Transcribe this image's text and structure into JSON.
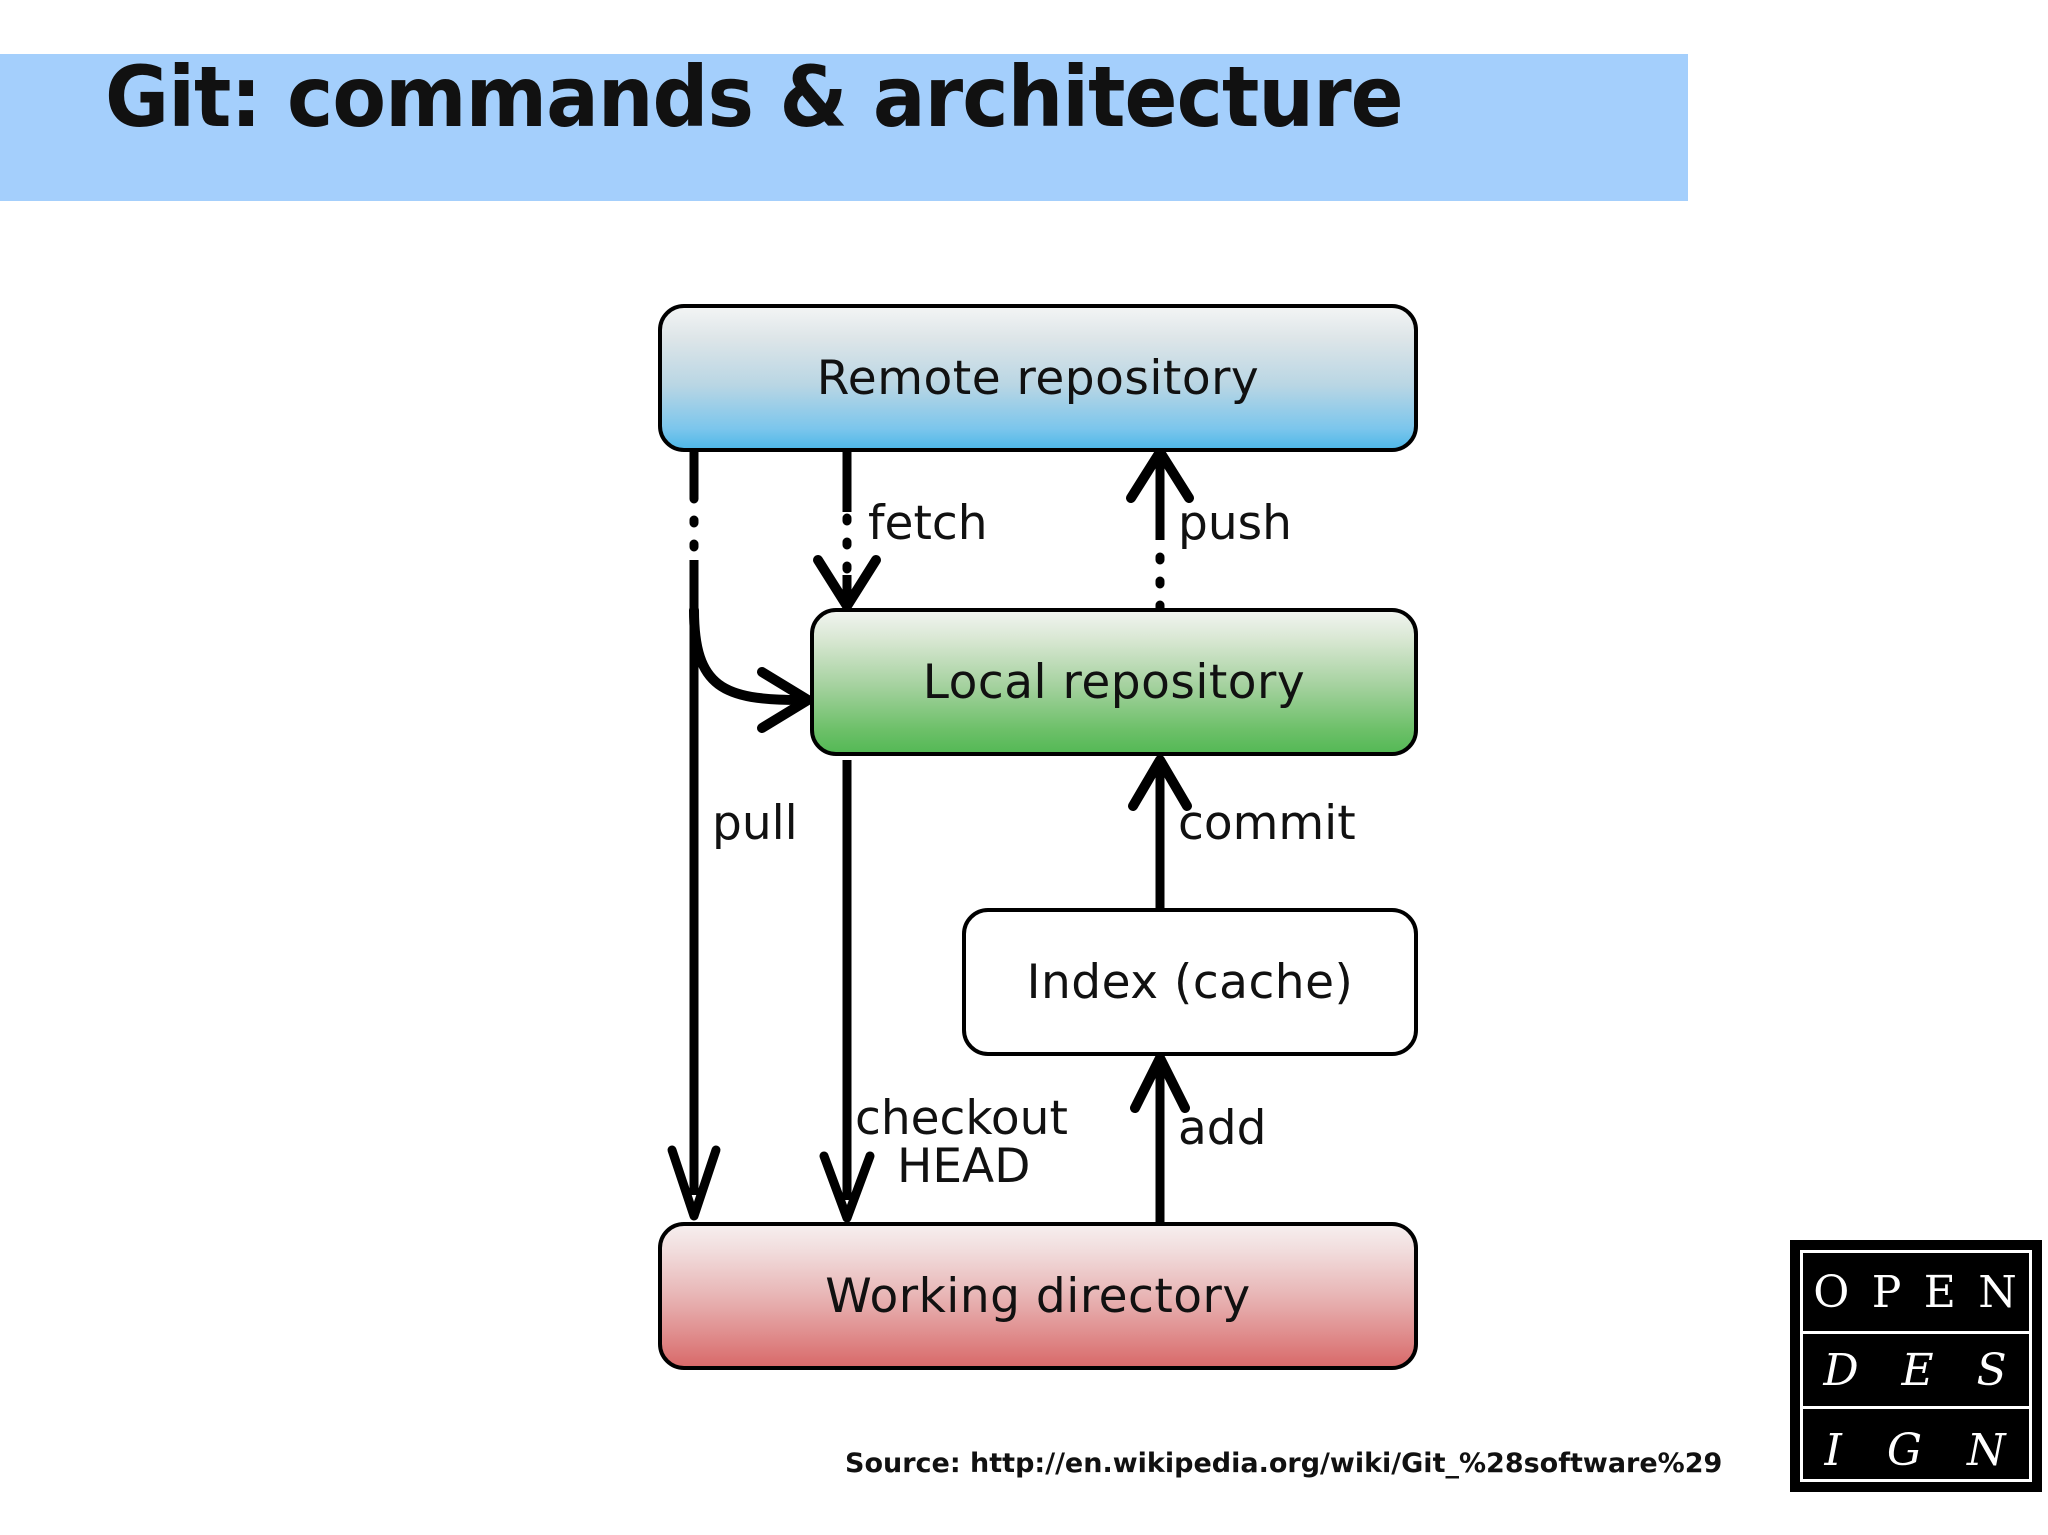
{
  "slide": {
    "title": "Git: commands & architecture",
    "banner_color": "#a4cffc",
    "background_color": "#ffffff",
    "source_caption": "Source: http://en.wikipedia.org/wiki/Git_%28software%29"
  },
  "diagram": {
    "type": "flow-diagram",
    "nodes": [
      {
        "id": "remote",
        "label": "Remote repository",
        "color": "#50b8e8"
      },
      {
        "id": "local",
        "label": "Local repository",
        "color": "#55b956"
      },
      {
        "id": "index",
        "label": "Index (cache)",
        "color": "#edc153"
      },
      {
        "id": "working",
        "label": "Working directory",
        "color": "#d96a6a"
      }
    ],
    "edges": [
      {
        "label": "fetch",
        "from": "remote",
        "to": "local",
        "style": "dotted"
      },
      {
        "label": "push",
        "from": "local",
        "to": "remote",
        "style": "dotted"
      },
      {
        "label": "pull",
        "from": "remote",
        "to": "working",
        "style": "solid-and-dotted-branch"
      },
      {
        "label": "commit",
        "from": "index",
        "to": "local",
        "style": "solid"
      },
      {
        "label": "checkout\nHEAD",
        "from": "local",
        "to": "working",
        "style": "solid"
      },
      {
        "label": "add",
        "from": "working",
        "to": "index",
        "style": "solid"
      }
    ],
    "edge_labels": {
      "fetch": "fetch",
      "push": "push",
      "pull": "pull",
      "commit": "commit",
      "checkout_line1": "checkout",
      "checkout_line2": "HEAD",
      "add": "add"
    }
  },
  "logo": {
    "line1": "OPEN",
    "line2": "DES",
    "line3": "IGN",
    "letters_line1": [
      "O",
      "P",
      "E",
      "N"
    ],
    "letters_line2": [
      "D",
      "E",
      "S"
    ],
    "letters_line3": [
      "I",
      "G",
      "N"
    ]
  }
}
